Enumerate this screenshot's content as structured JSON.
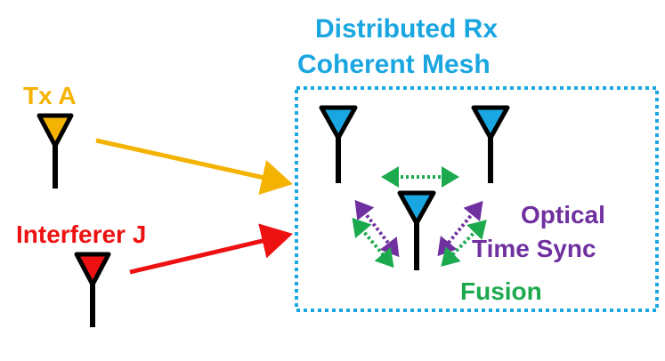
{
  "mesh": {
    "title_line1": "Distributed Rx",
    "title_line2": "Coherent Mesh",
    "color": "#1aa6e0"
  },
  "tx_a": {
    "label": "Tx A",
    "color": "#f5b301"
  },
  "interferer": {
    "label": "Interferer J",
    "color": "#ee1111"
  },
  "sync": {
    "label_line1": "Optical",
    "label_line2": "Time Sync",
    "color": "#7030a0"
  },
  "fusion": {
    "label": "Fusion",
    "color": "#1daa4f"
  },
  "antenna_colors": {
    "mast": "#000000",
    "rx_fill": "#1aa6e0"
  }
}
